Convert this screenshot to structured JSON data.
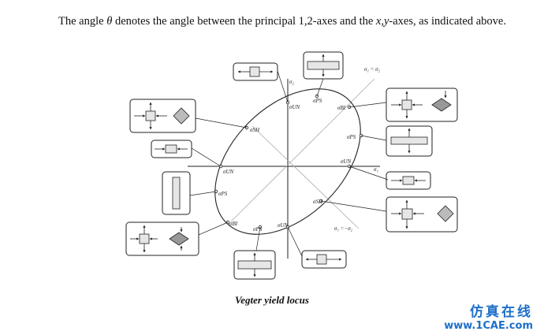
{
  "intro": {
    "part1": "The angle ",
    "theta": "θ",
    "part2": " denotes the angle between the principal 1,2-axes and the ",
    "xy": "x,y",
    "part3": "-axes, as indicated above."
  },
  "axes": {
    "sigma2": "σ₂",
    "sigma1": "σ₁",
    "diag_pos": "σ₁ = σ₂",
    "diag_neg": "σ₁ =−σ₂"
  },
  "points": {
    "ps_top": "σPS",
    "un_top": "σUN",
    "bi_right": "σBI",
    "ps_right": "σPS",
    "un_right": "σUN",
    "sh_right": "σSH",
    "sh_left": "σSH",
    "un_left": "σUN",
    "ps_left": "σPS",
    "bi_left": "σBI",
    "ps_bottom": "σPS",
    "un_bottom": "σUN"
  },
  "caption": "Vegter yield locus",
  "watermark": {
    "cn": "仿真在线",
    "url": "www.1CAE.com"
  }
}
